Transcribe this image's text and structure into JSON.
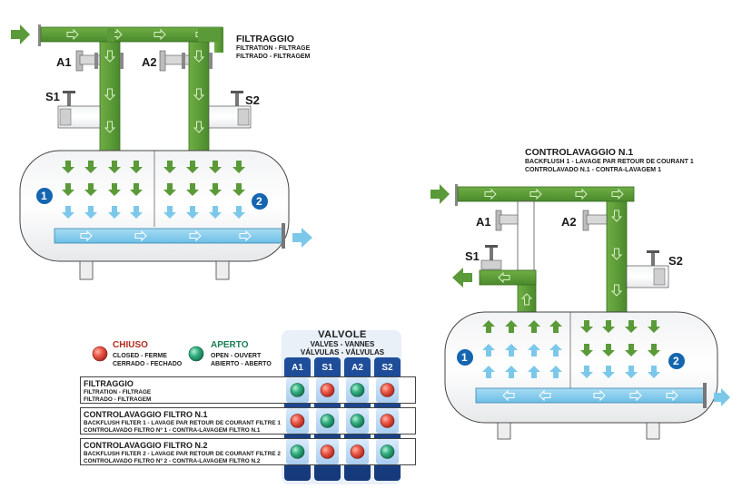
{
  "filtration": {
    "title": "FILTRAGGIO",
    "sub1": "FILTRATION - FILTRAGE",
    "sub2": "FILTRADO - FILTRAGEM"
  },
  "backflush1": {
    "title": "CONTROLAVAGGIO N.1",
    "sub1": "BACKFLUSH 1 - LAVAGE PAR RETOUR DE COURANT 1",
    "sub2": "CONTROLAVADO N.1 - CONTRA-LAVAGEM 1"
  },
  "valve_labels": {
    "a1": "A1",
    "a2": "A2",
    "s1": "S1",
    "s2": "S2"
  },
  "filter_numbers": {
    "one": "1",
    "two": "2"
  },
  "legend": {
    "closed_title": "CHIUSO",
    "closed_sub1": "CLOSED - FERME",
    "closed_sub2": "CERRADO - FECHADO",
    "open_title": "APERTO",
    "open_sub1": "OPEN - OUVERT",
    "open_sub2": "ABIERTO - ABERTO"
  },
  "table": {
    "header_title": "VALVOLE",
    "header_sub1": "VALVES - VANNES",
    "header_sub2": "VÁLVULAS - VÁLVULAS",
    "columns": [
      "A1",
      "S1",
      "A2",
      "S2"
    ],
    "rows": [
      {
        "title": "FILTRAGGIO",
        "sub1": "FILTRATION - FILTRAGE",
        "sub2": "FILTRADO - FILTRAGEM",
        "states": [
          "open",
          "closed",
          "open",
          "closed"
        ]
      },
      {
        "title": "CONTROLAVAGGIO FILTRO N.1",
        "sub1": "BACKFLUSH FILTER 1 - LAVAGE PAR RETOUR DE COURANT FILTRE 1",
        "sub2": "CONTROLAVADO FILTRO Nº 1 - CONTRA-LAVAGEM FILTRO N.1",
        "states": [
          "closed",
          "open",
          "open",
          "closed"
        ]
      },
      {
        "title": "CONTROLAVAGGIO FILTRO N.2",
        "sub1": "BACKFLUSH FILTER 2 - LAVAGE PAR RETOUR DE COURANT FILTRE 2",
        "sub2": "CONTROLAVADO FILTRO Nº 2 - CONTRA-LAVAGEM FILTRO N.2",
        "states": [
          "open",
          "closed",
          "closed",
          "open"
        ]
      }
    ]
  },
  "colors": {
    "pipe_green": "#5a9a38",
    "pipe_light": "#86c05a",
    "water_blue": "#7cc8ea",
    "badge_blue": "#1565b0",
    "closed_red": "#e8463c",
    "open_green": "#2aa37a"
  }
}
